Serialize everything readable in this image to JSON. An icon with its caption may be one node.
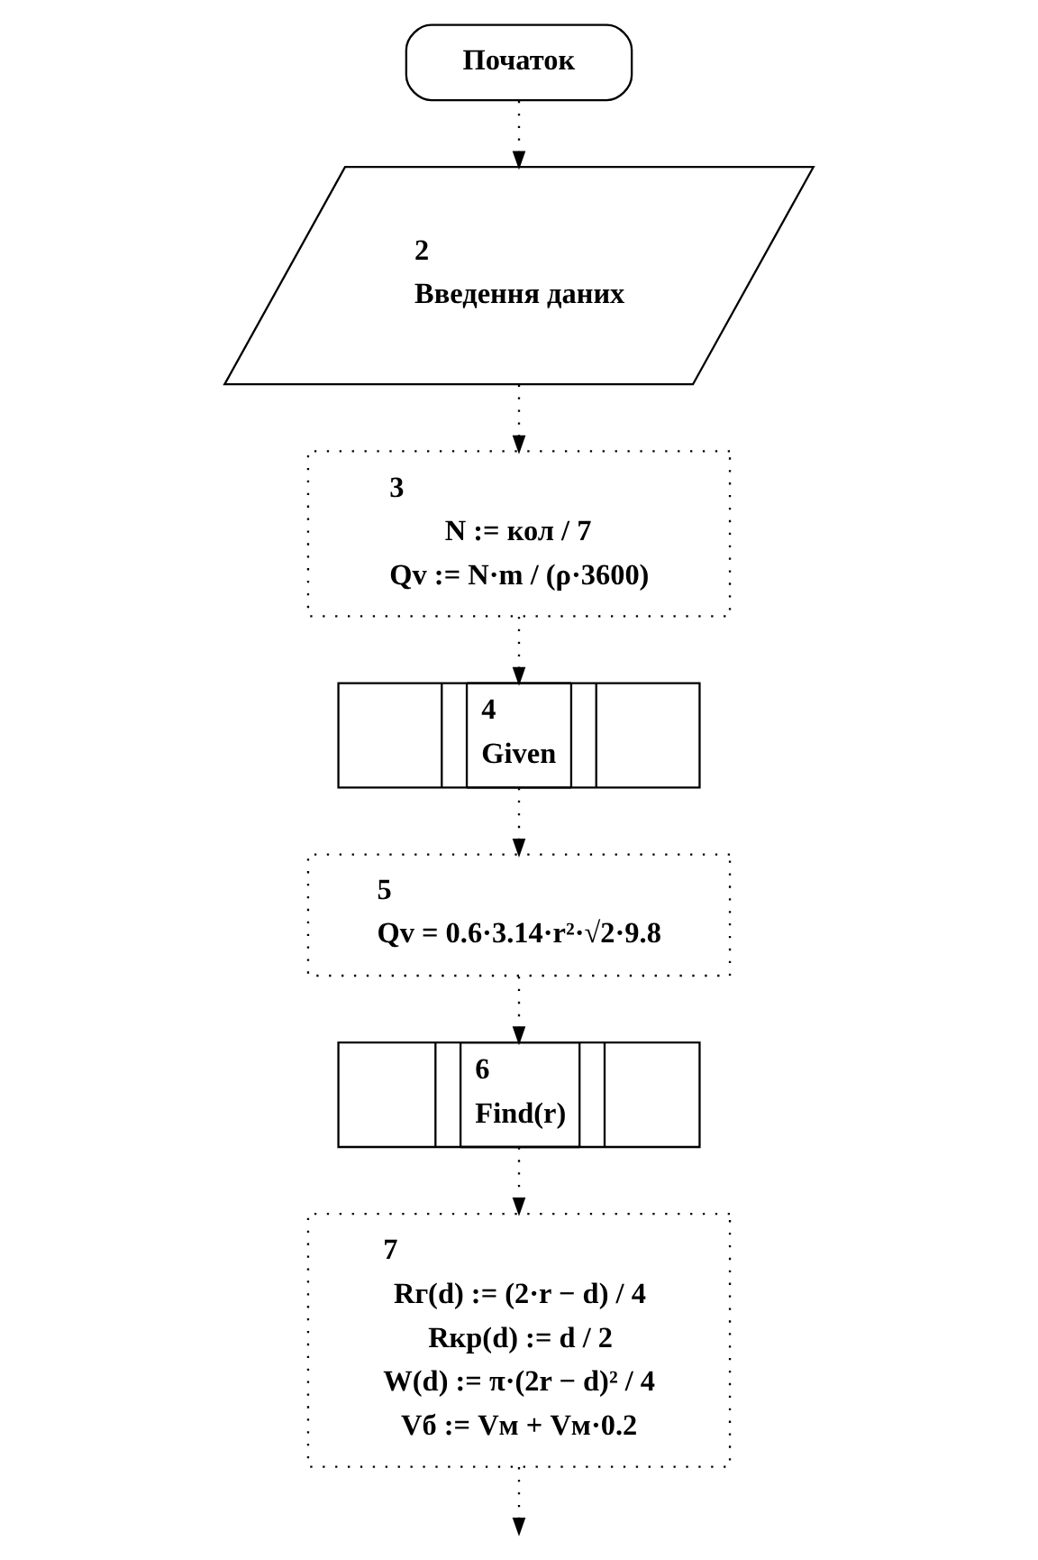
{
  "diagram": {
    "nodes": [
      {
        "text": [
          "Початок"
        ]
      },
      {
        "text": [
          "2",
          "Введення даних"
        ]
      },
      {
        "text": [
          "3",
          "N := кол / 7",
          "Qv := N·m / (ρ·3600)"
        ]
      },
      {
        "text": [
          "4",
          "Given"
        ]
      },
      {
        "text": [
          "5",
          "Qv = 0.6·3.14·r²·√2·9.8"
        ]
      },
      {
        "text": [
          "6",
          "Find(r)"
        ]
      },
      {
        "text": [
          "7",
          "Rг(d) := (2·r − d) / 4",
          "Rкр(d) := d / 2",
          "W(d) := π·(2r − d)² / 4",
          "Vб := Vм + Vм·0.2"
        ]
      }
    ],
    "edges": [
      {
        "from": 0,
        "to": 1,
        "arrow": "to"
      },
      {
        "from": 1,
        "to": 2,
        "arrow": "to"
      },
      {
        "from": 2,
        "to": 3,
        "arrow": "to"
      },
      {
        "from": 3,
        "to": 4,
        "arrow": "to"
      },
      {
        "from": 4,
        "to": 5,
        "arrow": "to"
      },
      {
        "from": 5,
        "to": 6,
        "arrow": "to"
      },
      {
        "from": 6,
        "to": null,
        "arrow": "to"
      }
    ]
  }
}
